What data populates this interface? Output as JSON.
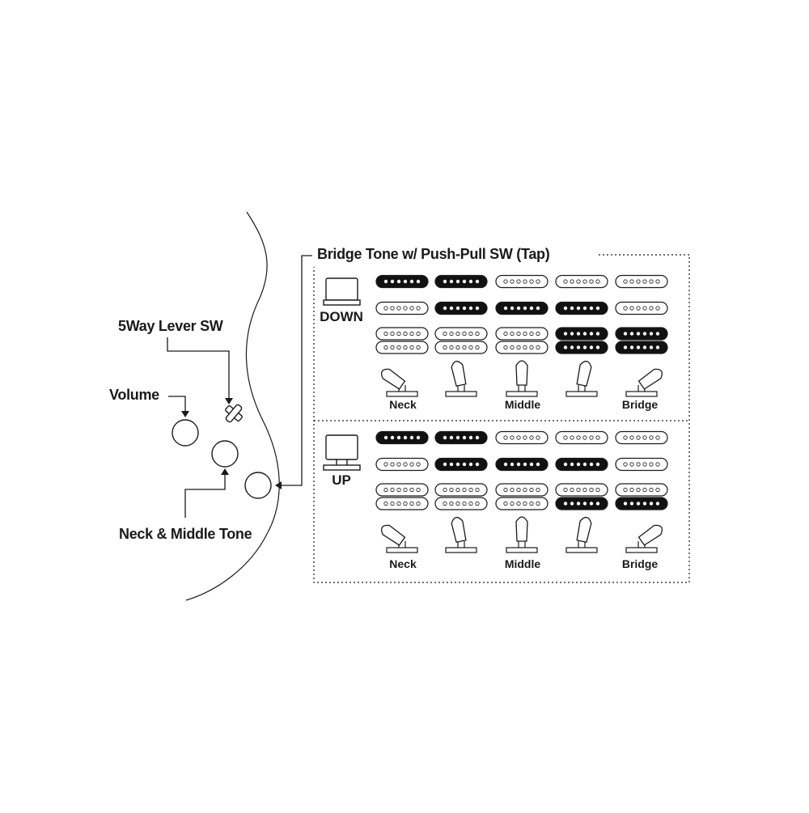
{
  "labels": {
    "five_way": "5Way Lever SW",
    "volume": "Volume",
    "neck_middle_tone": "Neck & Middle Tone",
    "bridge_tone": "Bridge Tone w/ Push-Pull SW (Tap)"
  },
  "modes": [
    {
      "label": "DOWN",
      "positions": [
        "Neck",
        "",
        "Middle",
        "",
        "Bridge"
      ],
      "rows": {
        "neck_single": [
          true,
          true,
          false,
          false,
          false
        ],
        "middle_single": [
          false,
          true,
          true,
          true,
          false
        ],
        "bridge_humbucker": [
          "off",
          "off",
          "off",
          "full",
          "full"
        ]
      }
    },
    {
      "label": "UP",
      "positions": [
        "Neck",
        "",
        "Middle",
        "",
        "Bridge"
      ],
      "rows": {
        "neck_single": [
          true,
          true,
          false,
          false,
          false
        ],
        "middle_single": [
          false,
          true,
          true,
          true,
          false
        ],
        "bridge_humbucker": [
          "off",
          "off",
          "off",
          "tap",
          "tap"
        ]
      }
    }
  ],
  "colors": {
    "ink": "#1a1a1a",
    "active": "#111111",
    "inactive": "#ffffff"
  }
}
